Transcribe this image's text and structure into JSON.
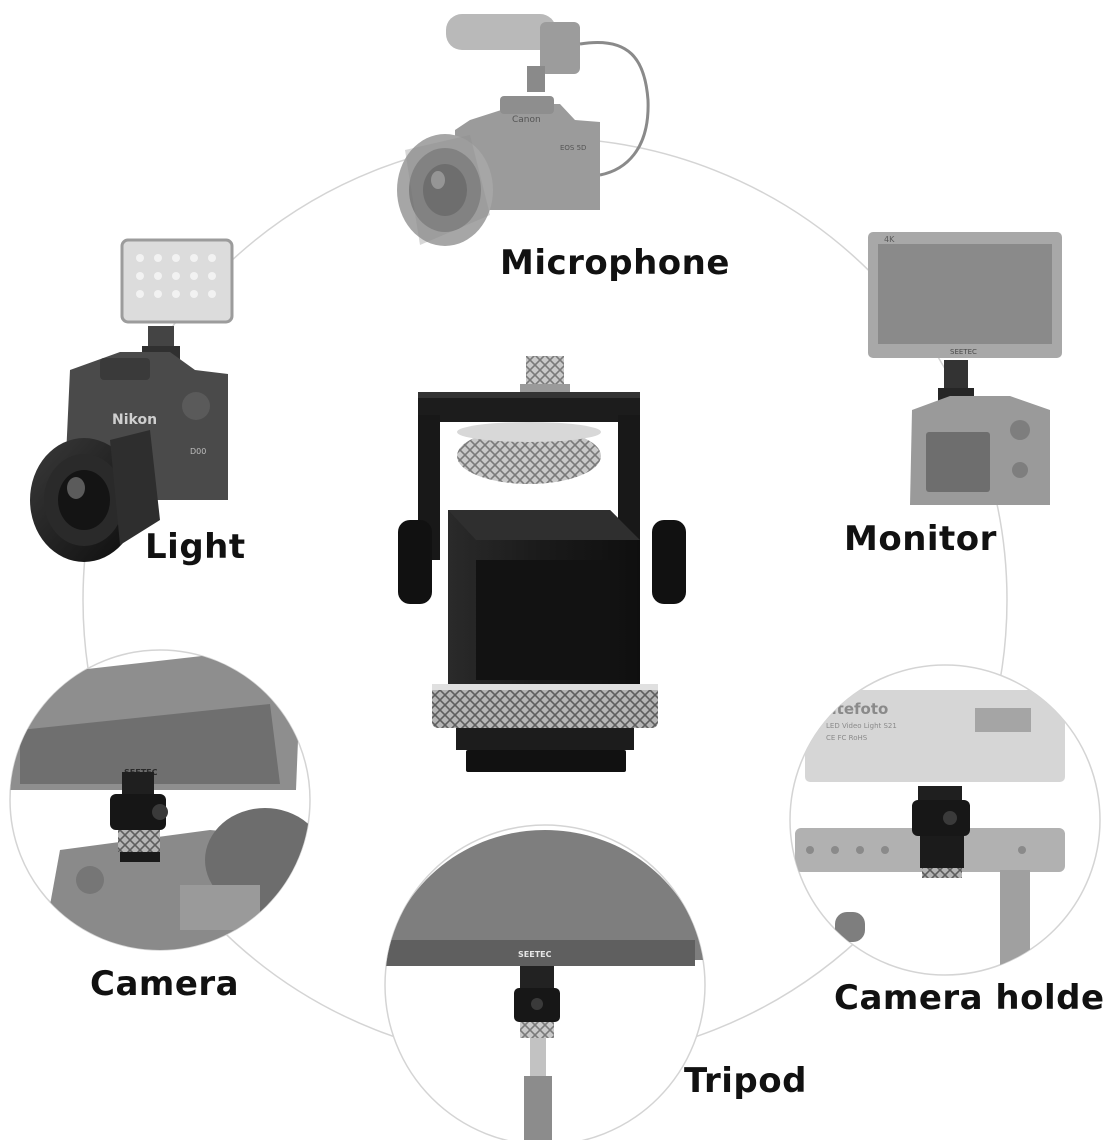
{
  "labels": {
    "microphone": "Microphone",
    "light": "Light",
    "monitor": "Monitor",
    "camera": "Camera",
    "camera_holder": "Camera holder",
    "tripod": "Tripod"
  },
  "brand_marks": {
    "canon": "Canon",
    "eos": "EOS 5D",
    "nikon": "Nikon",
    "nikon_model": "D00",
    "seetec": "SEETEC",
    "monitor_4k": "4K",
    "utefoto": "utefoto",
    "video_light": "LED Video Light S21",
    "cert": "CE FC RoHS"
  },
  "colors": {
    "background": "#ffffff",
    "ring": "#d4d4d4",
    "grey_product": "#8f8f8f",
    "mount_black": "#1d1d1d",
    "label_text": "#111111"
  }
}
